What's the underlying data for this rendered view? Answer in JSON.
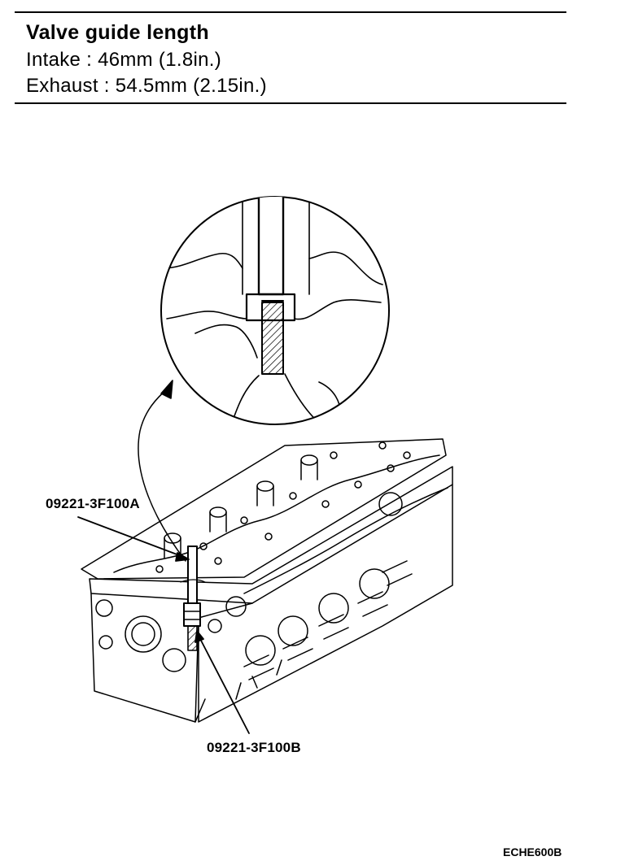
{
  "spec": {
    "title": "Valve guide length",
    "intake": "Intake :  46mm (1.8in.)",
    "exhaust": "Exhaust :  54.5mm (2.15in.)"
  },
  "callouts": {
    "tool_a": "09221-3F100A",
    "tool_b": "09221-3F100B"
  },
  "figure_code": "ECHE600B"
}
